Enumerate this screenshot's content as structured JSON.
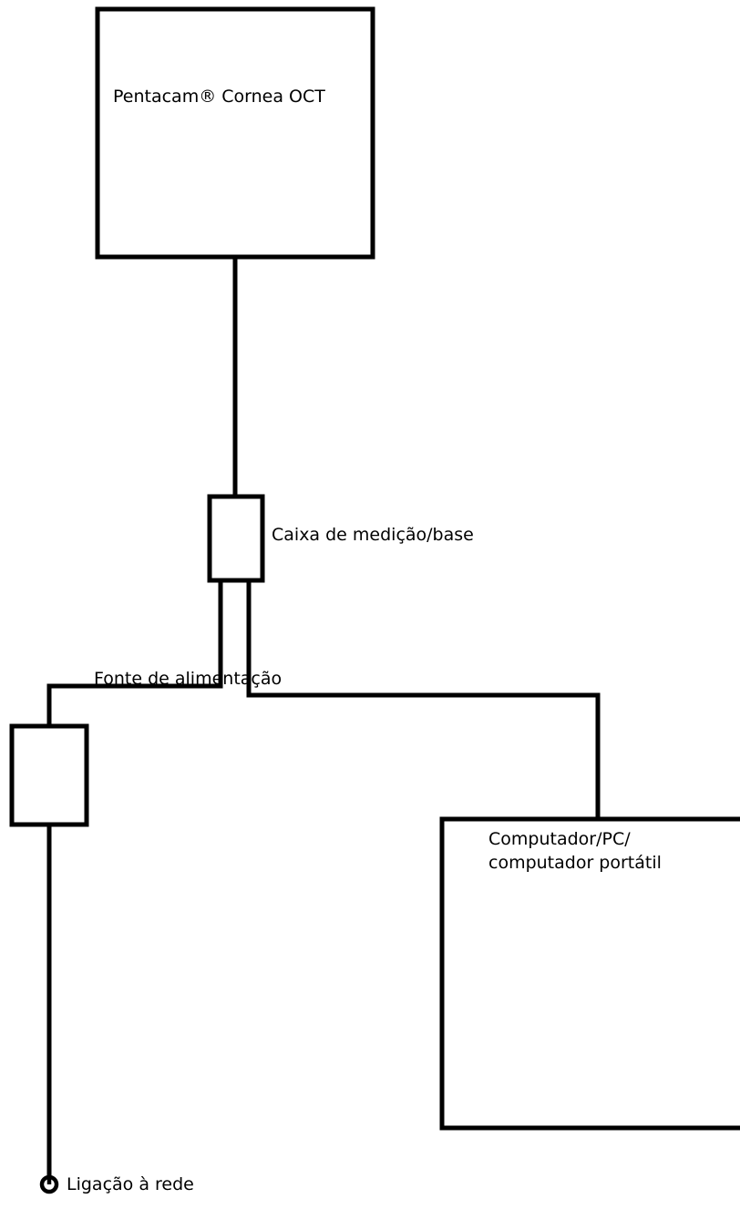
{
  "diagram": {
    "device_label": "Pentacam® Cornea OCT",
    "measurement_box_label": "Caixa de medição/base",
    "power_supply_label": "Fonte de alimentação",
    "computer_label_line1": "Computador/PC/",
    "computer_label_line2": "computador portátil",
    "mains_label": "Ligação à rede"
  },
  "colors": {
    "stroke": "#000000",
    "background": "#ffffff"
  }
}
